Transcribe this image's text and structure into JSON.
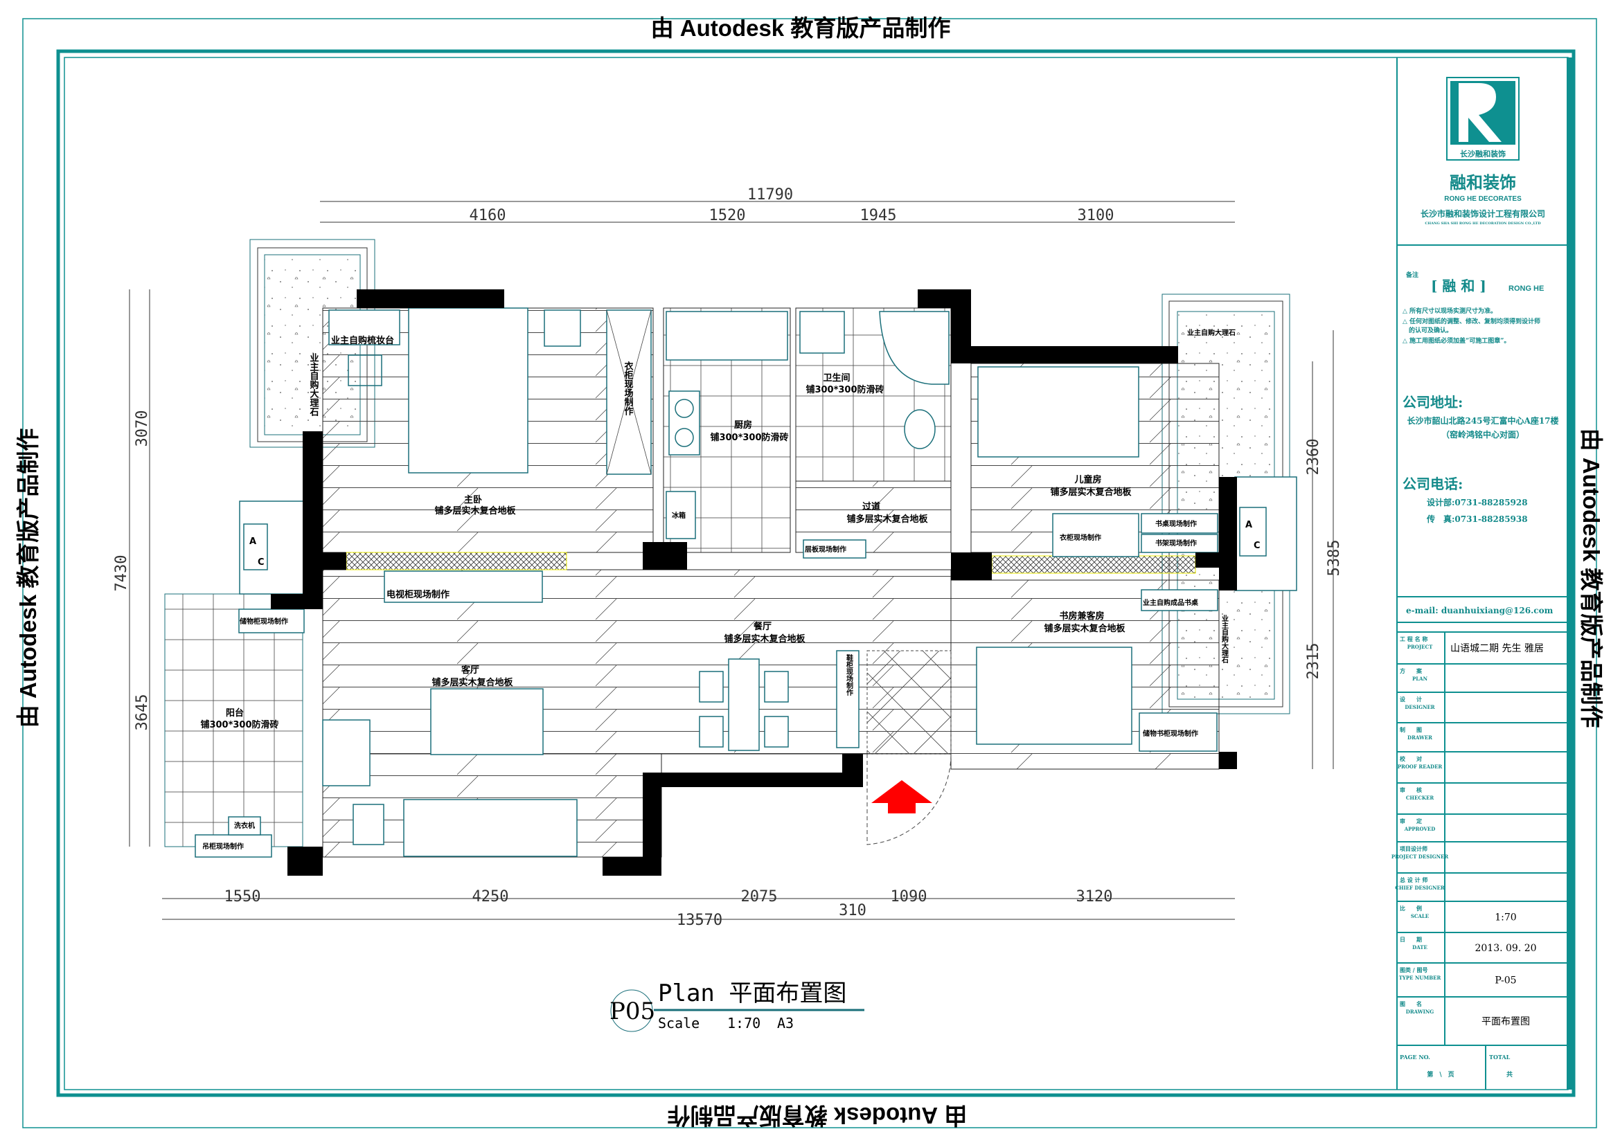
{
  "watermark": {
    "text": "由 Autodesk 教育版产品制作"
  },
  "dimensions": {
    "top_total": "11790",
    "top": [
      "4160",
      "1520",
      "1945",
      "3100"
    ],
    "bottom": [
      "1550",
      "4250",
      "2075",
      "1090",
      "3120"
    ],
    "bottom_extra": "310",
    "bottom_total": "13570",
    "left": [
      "3070",
      "3645"
    ],
    "left_total": "7430",
    "right": [
      "2360",
      "2315"
    ],
    "right_total": "5385"
  },
  "rooms": {
    "master_bedroom": {
      "name": "主卧",
      "floor": "铺多层实木复合地板"
    },
    "kitchen": {
      "name": "厨房",
      "floor": "铺300*300防滑砖"
    },
    "bathroom": {
      "name": "卫生间",
      "floor": "铺300*300防滑砖"
    },
    "corridor": {
      "name": "过道",
      "floor": "铺多层实木复合地板"
    },
    "children_room": {
      "name": "儿童房",
      "floor": "铺多层实木复合地板"
    },
    "dining": {
      "name": "餐厅",
      "floor": "铺多层实木复合地板"
    },
    "living": {
      "name": "客厅",
      "floor": "铺多层实木复合地板"
    },
    "study": {
      "name": "书房兼客房",
      "floor": "铺多层实木复合地板"
    },
    "balcony": {
      "name": "阳台",
      "floor": "铺300*300防滑砖"
    }
  },
  "fixtures": {
    "dresser": "业主自购梳妆台",
    "marble_left": "业主自购大理石",
    "wardrobe_master": "衣柜现场制作",
    "tv_cabinet": "电视柜现场制作",
    "storage_cabinet": "储物柜现场制作",
    "hanging_cabinet": "吊柜现场制作",
    "washer": "洗衣机",
    "fridge": "冰箱",
    "shelf": "层板现场制作",
    "wardrobe_child": "衣柜现场制作",
    "desk_child": "书桌现场制作",
    "bookshelf_child": "书架现场制作",
    "desk_study": "业主自购成品书桌",
    "bookcase_study": "储物书柜现场制作",
    "shoe_cabinet": "鞋柜现场制作",
    "marble_right_top": "业主自购大理石",
    "marble_right": "业主自购大理石",
    "ac_a": "A",
    "ac_c": "C"
  },
  "drawing_title": {
    "code": "P05",
    "title": "Plan 平面布置图",
    "scale_label": "Scale",
    "scale": "1:70",
    "paper": "A3"
  },
  "title_block": {
    "logo_caption": "长沙融和装饰",
    "brand_cn": "融和装饰",
    "brand_en": "RONG HE DECORATES",
    "company_cn": "长沙市融和装饰设计工程有限公司",
    "company_en": "CHANG SHA SHI RONG HE DECORATION DESIGN CO.,LTD",
    "remarks_label": "备注",
    "remarks_brand": "[ 融 和 ]",
    "remarks_brand_en": "RONG HE",
    "notes": [
      "△ 所有尺寸以现场实测尺寸为准。",
      "△ 任何对图纸的调整、修改、复制均须得到设计师",
      "的认可及确认。",
      "△ 施工用图纸必须加盖“可施工图章”。"
    ],
    "address_label": "公司地址:",
    "address": [
      "长沙市韶山北路245号汇富中心A座17楼",
      "（窑岭鸿铭中心对面）"
    ],
    "phone_label": "公司电话:",
    "phones": [
      "设计部:0731-88285928",
      "传　真:0731-88285938"
    ],
    "email": "e-mail: duanhuixiang@126.com",
    "rows": [
      {
        "cn": "工 程 名 称",
        "en": "PROJECT",
        "value": "山语城二期 先生 雅居"
      },
      {
        "cn": "方　　案",
        "en": "PLAN",
        "value": ""
      },
      {
        "cn": "设　　计",
        "en": "DESIGNER",
        "value": ""
      },
      {
        "cn": "制　　图",
        "en": "DRAWER",
        "value": ""
      },
      {
        "cn": "校　　对",
        "en": "PROOF READER",
        "value": ""
      },
      {
        "cn": "审　　核",
        "en": "CHECKER",
        "value": ""
      },
      {
        "cn": "审　　定",
        "en": "APPROVED",
        "value": ""
      },
      {
        "cn": "项目设计师",
        "en": "PROJECT DESIGNER",
        "value": ""
      },
      {
        "cn": "总 设 计 师",
        "en": "CHIEF DESIGNER",
        "value": ""
      },
      {
        "cn": "比　　例",
        "en": "SCALE",
        "value": "1:70"
      },
      {
        "cn": "日　　期",
        "en": "DATE",
        "value": "2013. 09. 20"
      },
      {
        "cn": "图类 / 图号",
        "en": "TYPE NUMBER",
        "value": "P-05"
      },
      {
        "cn": "图　　名",
        "en": "DRAWING",
        "value": "平面布置图"
      }
    ],
    "page_no_label": "PAGE NO.",
    "page_no_value": "第　\\　页",
    "total_label": "TOTAL",
    "total_value": "共"
  },
  "colors": {
    "frame": "#0e9090",
    "wall": "#000000",
    "arrow": "#ff0000",
    "furniture": "#1a6f7a",
    "hatch": "#e8e800"
  }
}
